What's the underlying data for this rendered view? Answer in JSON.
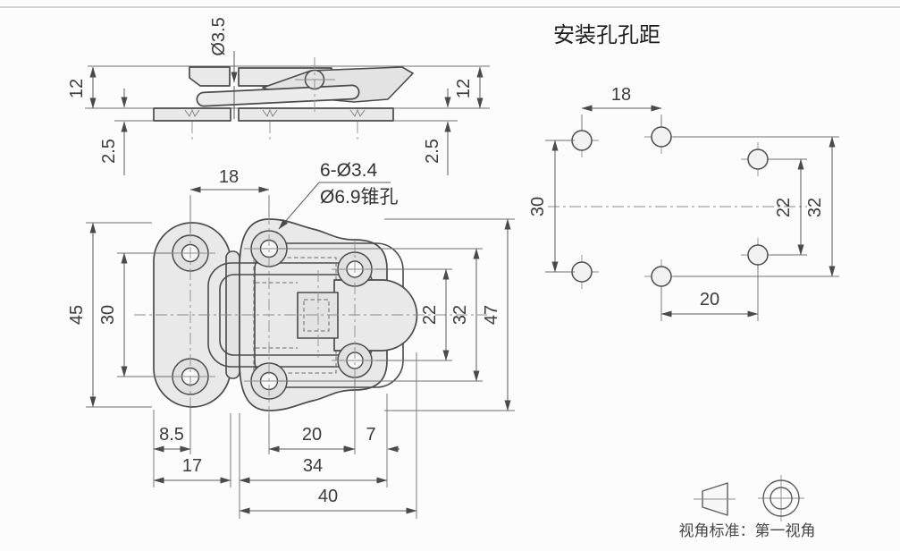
{
  "drawing": {
    "side_view": {
      "wire_dia": "Ø3.5",
      "height_left": "12",
      "plate_thickness_left": "2.5",
      "height_right": "12",
      "plate_thickness_right": "2.5"
    },
    "front_view": {
      "callout_line1": "6-Ø3.4",
      "callout_line2": "Ø6.9锥孔",
      "dim_hole_offset_top": "18",
      "dim_plate_height": "45",
      "dim_plate_holes": "30",
      "dim_right_holes": "22",
      "dim_mid_holes": "32",
      "dim_body_height": "47",
      "dim_edge_to_hole": "8.5",
      "dim_plate_width": "17",
      "dim_mid_to_right": "20",
      "dim_right_to_edge": "7",
      "dim_body_width": "34",
      "dim_total_width": "40"
    },
    "hole_pattern": {
      "title": "安装孔孔距",
      "dim_top_pair": "18",
      "dim_left_pair": "30",
      "dim_right_pair": "22",
      "dim_mid_pair": "32",
      "dim_bottom": "20"
    },
    "footer": {
      "projection_label": "视角标准：第一视角"
    },
    "colors": {
      "background": "#fcfcfc",
      "outline": "#4b4b4b",
      "part_fill": "#e9e9e9",
      "dim_line": "#5a5a5a",
      "text": "#3c3c3c"
    }
  }
}
